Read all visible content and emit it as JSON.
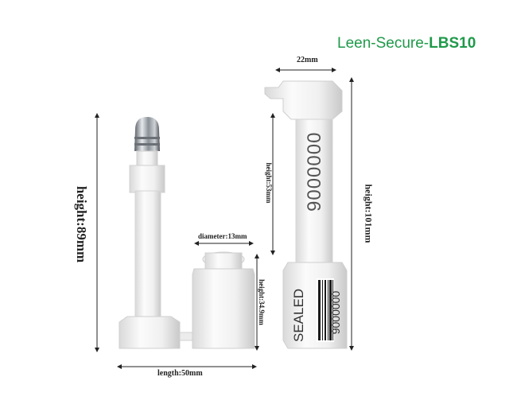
{
  "brand": {
    "prefix": "Leen-Secure-",
    "model": "LBS10",
    "color": "#1f9a4a"
  },
  "dimensions": {
    "top_width": "22mm",
    "height_53": "height:53mm",
    "height_101": "height:101mm",
    "height_89": "height:89mm",
    "diameter": "diameter:13mm",
    "height_34": "height:34.9mm",
    "length": "length:50mm"
  },
  "seal": {
    "number_top": "9000000",
    "number_bottom": "9000000",
    "sealed_text": "SEALED"
  }
}
